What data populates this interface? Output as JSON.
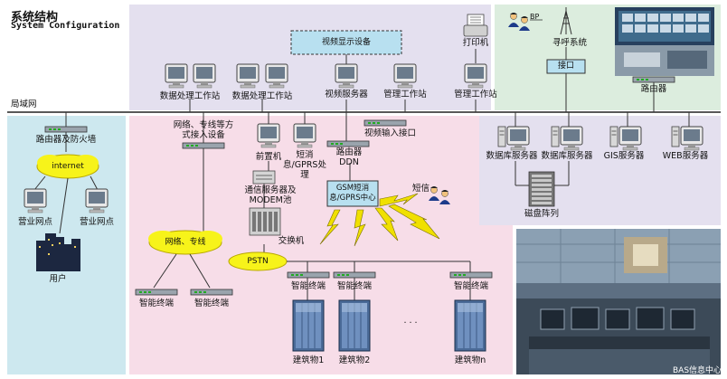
{
  "title": {
    "cn": "系统结构",
    "en": "System Configuration"
  },
  "lan_label": "局域网",
  "devices": {
    "printer": "打印机",
    "video_display": "视频显示设备",
    "dp_ws1": "数据处理工作站",
    "dp_ws2": "数据处理工作站",
    "video_server": "视频服务器",
    "mgmt_ws1": "管理工作站",
    "mgmt_ws2": "管理工作站",
    "pager_bp": "BP",
    "pager_system": "寻呼系统",
    "interface": "接口",
    "router_top": "路由器",
    "router_fw": "路由器及防火墙",
    "internet": "internet",
    "biz1": "营业网点",
    "biz2": "营业网点",
    "user": "用户",
    "access": "网络、专线等方式接入设备",
    "frontend": "前置机",
    "sms_gprs": "短消息/GPRS处理",
    "video_input": "视频输入接口",
    "router_ddn": "路由器",
    "ddn": "DDN",
    "comm_server": "通信服务器及MODEM池",
    "gsm_center": "GSM短消息/GPRS中心",
    "sms": "短信",
    "switch": "交换机",
    "pstn": "PSTN",
    "net_line": "网络、专线",
    "smart1": "智能终端",
    "smart2": "智能终端",
    "smart3": "智能终端",
    "smart4": "智能终端",
    "smart5": "智能终端",
    "building1": "建筑物1",
    "building2": "建筑物2",
    "buildingn": "建筑物n",
    "dots": "· · ·",
    "db_server1": "数据库服务器",
    "db_server2": "数据库服务器",
    "gis_server": "GIS服务器",
    "web_server": "WEB服务器",
    "disk_array": "磁盘阵列",
    "photo_caption": "BAS信息中心"
  },
  "colors": {
    "top_panel": "#e4e0ef",
    "right_panel": "#dcedde",
    "left_panel": "#cde8ef",
    "pink_panel": "#f7dde8",
    "server_panel": "#e4e0ef",
    "cloud": "#f7f31a",
    "lightning": "#f0e000",
    "video_box": "#b8e0f0"
  }
}
